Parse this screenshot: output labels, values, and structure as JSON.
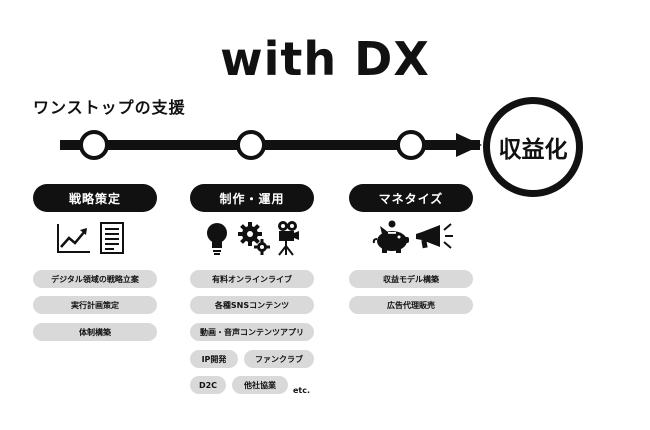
{
  "title": "with DX",
  "subtitle": "ワンストップの支援",
  "goal": "収益化",
  "phases": [
    {
      "label": "戦略策定",
      "icons": [
        "line-chart-icon",
        "document-icon"
      ]
    },
    {
      "label": "制作・運用",
      "icons": [
        "lightbulb-icon",
        "gears-icon",
        "video-camera-icon"
      ]
    },
    {
      "label": "マネタイズ",
      "icons": [
        "piggy-bank-icon",
        "megaphone-icon"
      ]
    }
  ],
  "strategy_items": [
    "デジタル領域の戦略立案",
    "実行計画策定",
    "体制構築"
  ],
  "production_items": [
    "有料オンラインライブ",
    "各種SNSコンテンツ",
    "動画・音声コンテンツアプリ",
    "IP開発",
    "ファンクラブ",
    "D2C",
    "他社協業"
  ],
  "production_etc": "etc.",
  "monetize_items": [
    "収益モデル構築",
    "広告代理販売"
  ]
}
